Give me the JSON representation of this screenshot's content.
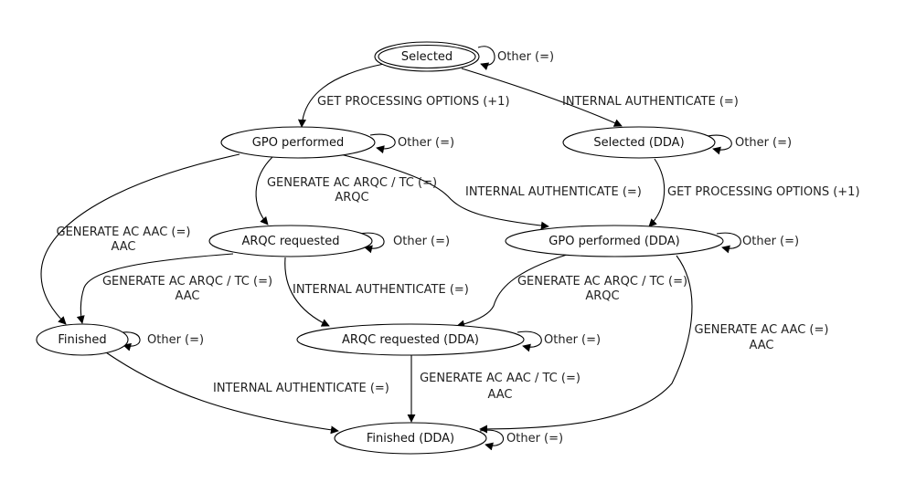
{
  "diagram": {
    "nodes": {
      "selected": "Selected",
      "selected_dda": "Selected (DDA)",
      "gpo_performed": "GPO performed",
      "gpo_performed_dda": "GPO performed (DDA)",
      "arqc_requested": "ARQC requested",
      "arqc_requested_dda": "ARQC requested (DDA)",
      "finished": "Finished",
      "finished_dda": "Finished (DDA)"
    },
    "edges": {
      "selected_self": "Other (=)",
      "selected_to_gpo": "GET PROCESSING OPTIONS (+1)",
      "selected_to_selected_dda": "INTERNAL AUTHENTICATE (=)",
      "gpo_self": "Other (=)",
      "gpo_to_arqc_line1": "GENERATE AC ARQC / TC (=)",
      "gpo_to_arqc_line2": "ARQC",
      "gpo_to_gpo_dda": "INTERNAL AUTHENTICATE (=)",
      "gpo_to_finished_line1": "GENERATE AC AAC (=)",
      "gpo_to_finished_line2": "AAC",
      "selected_dda_self": "Other (=)",
      "selected_dda_to_gpo_dda": "GET PROCESSING OPTIONS (+1)",
      "arqc_self": "Other (=)",
      "arqc_to_finished_line1": "GENERATE AC ARQC / TC (=)",
      "arqc_to_finished_line2": "AAC",
      "arqc_to_arqc_dda": "INTERNAL AUTHENTICATE (=)",
      "gpo_dda_self": "Other (=)",
      "gpo_dda_to_arqc_dda_line1": "GENERATE AC ARQC / TC (=)",
      "gpo_dda_to_arqc_dda_line2": "ARQC",
      "gpo_dda_to_finished_dda_line1": "GENERATE AC AAC (=)",
      "gpo_dda_to_finished_dda_line2": "AAC",
      "finished_self": "Other (=)",
      "finished_to_finished_dda": "INTERNAL AUTHENTICATE (=)",
      "arqc_dda_self": "Other (=)",
      "arqc_dda_to_finished_dda_line1": "GENERATE AC AAC / TC (=)",
      "arqc_dda_to_finished_dda_line2": "AAC",
      "finished_dda_self": "Other (=)"
    }
  }
}
